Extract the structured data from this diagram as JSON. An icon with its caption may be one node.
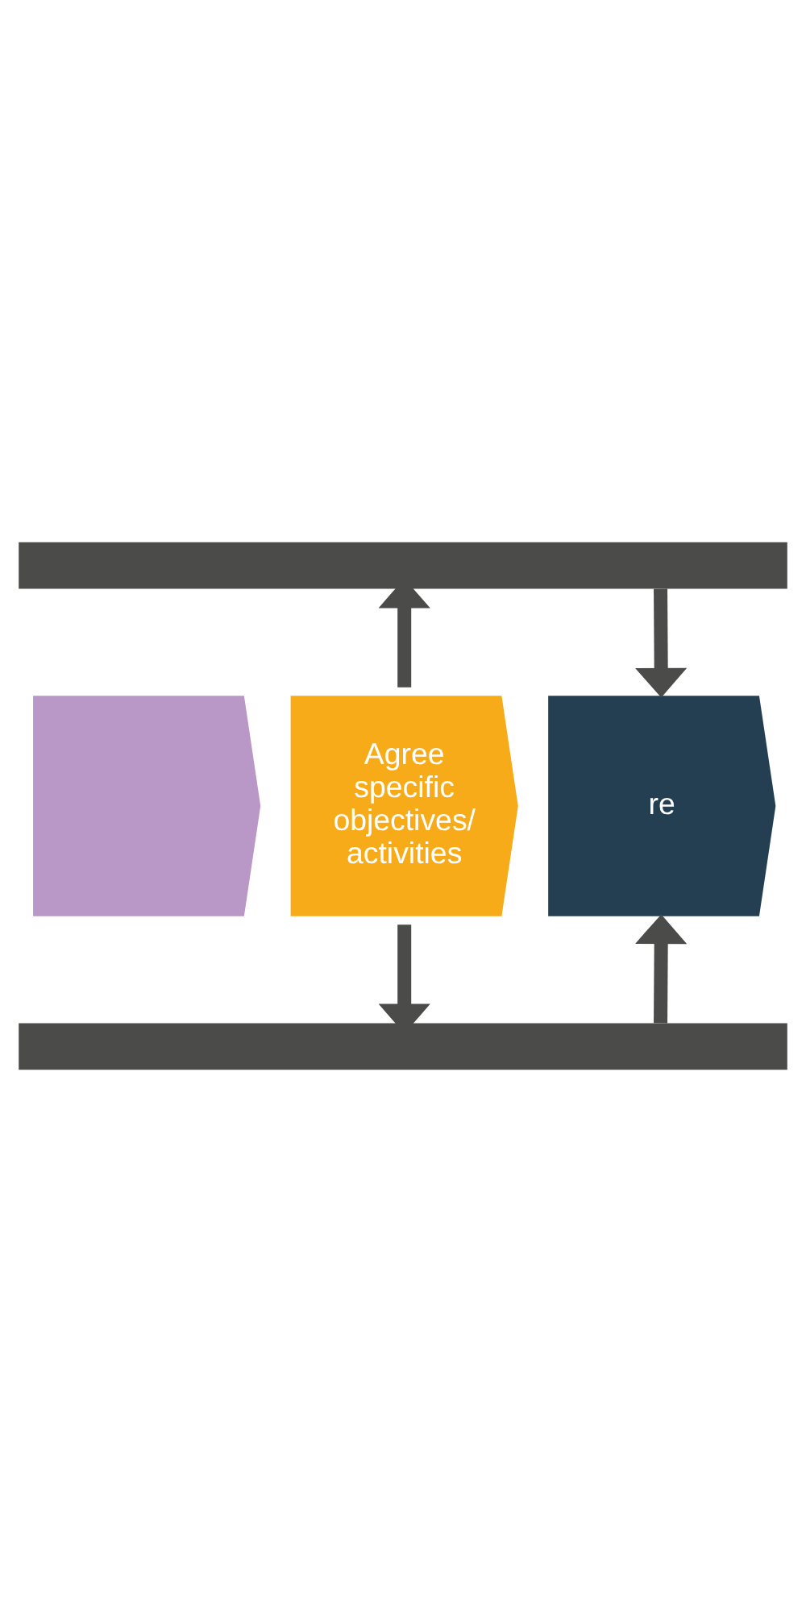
{
  "diagram": {
    "nodes": [
      {
        "text": [],
        "shape": "bar"
      },
      {
        "text": [],
        "shape": "chevron"
      },
      {
        "text": [
          "Agree specific objectives/ activities"
        ]
      },
      {
        "text": [
          "re"
        ]
      },
      {
        "text": [],
        "shape": "bar"
      }
    ],
    "edges": [
      {
        "from": 2,
        "to": 0,
        "arrow": "to"
      },
      {
        "from": 0,
        "to": 3,
        "arrow": "to"
      },
      {
        "from": 2,
        "to": 4,
        "arrow": "to"
      },
      {
        "from": 4,
        "to": 3,
        "arrow": "to"
      }
    ]
  }
}
